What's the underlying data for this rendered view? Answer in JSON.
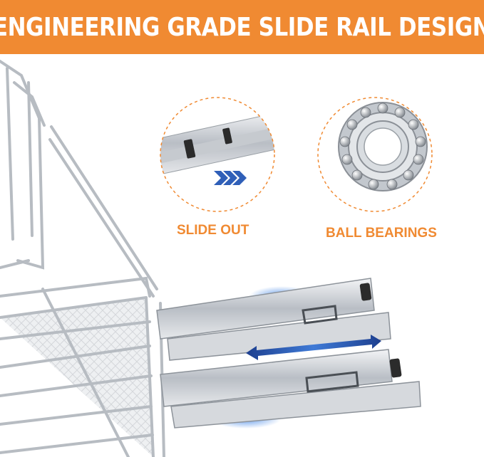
{
  "banner": {
    "title": "ENGINEERING GRADE SLIDE RAIL DESIGN",
    "color": "#f08a32"
  },
  "features": [
    {
      "label": "SLIDE OUT",
      "icon": "slide-rail-closeup-icon"
    },
    {
      "label": "BALL BEARINGS",
      "icon": "ball-bearing-icon"
    }
  ],
  "colors": {
    "label": "#f08a32",
    "arrow": "#2f5fb8",
    "metal": "#c9cdd2"
  }
}
